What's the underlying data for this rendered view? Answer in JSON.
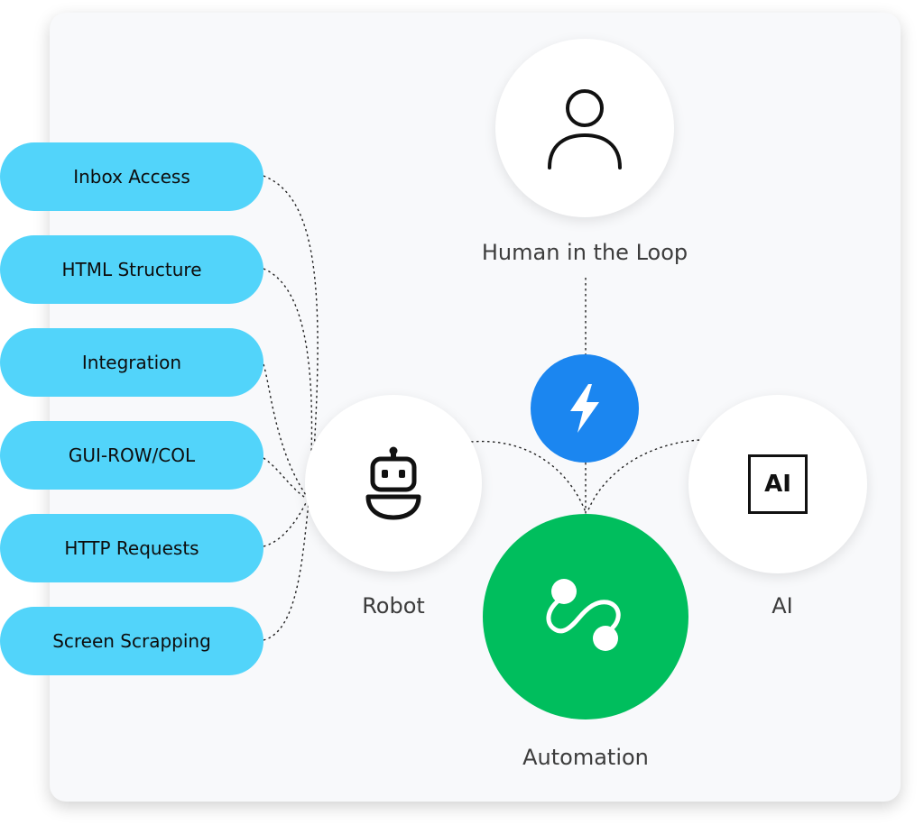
{
  "nodes": {
    "human": {
      "label": "Human in the Loop",
      "icon": "person-icon"
    },
    "robot": {
      "label": "Robot",
      "icon": "robot-icon"
    },
    "ai": {
      "label": "AI",
      "icon": "ai-chip-icon",
      "icon_text": "AI"
    },
    "trigger": {
      "icon": "lightning-bolt-icon",
      "color": "#1b86f0"
    },
    "automation": {
      "label": "Automation",
      "icon": "workflow-path-icon",
      "color": "#00be5d"
    }
  },
  "capabilities": [
    {
      "label": "Inbox Access"
    },
    {
      "label": "HTML Structure"
    },
    {
      "label": "Integration"
    },
    {
      "label": "GUI-ROW/COL"
    },
    {
      "label": "HTTP Requests"
    },
    {
      "label": "Screen Scrapping"
    }
  ],
  "colors": {
    "pill": "#52d4fa",
    "card": "#f8f9fb",
    "trigger": "#1b86f0",
    "automation": "#00be5d"
  }
}
